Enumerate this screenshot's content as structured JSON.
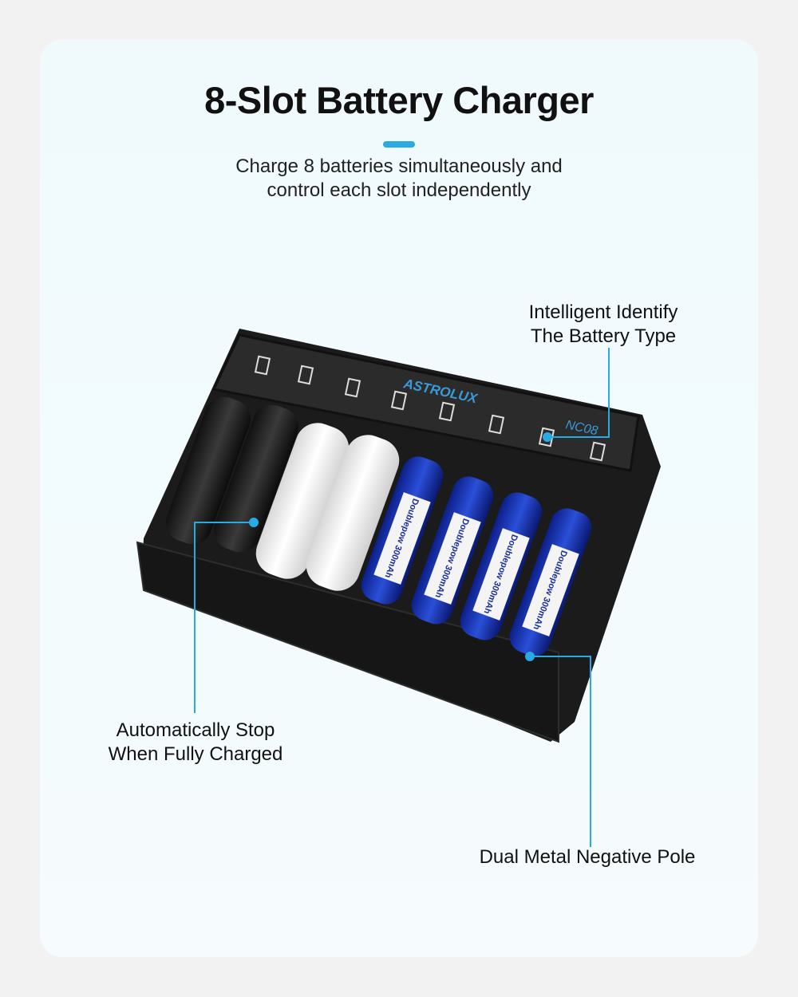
{
  "header": {
    "title": "8-Slot Battery Charger",
    "subtitle_line1": "Charge 8 batteries simultaneously and",
    "subtitle_line2": "control each slot independently"
  },
  "product": {
    "brand": "ASTROLUX",
    "model": "NC08",
    "slot_count": 8,
    "battery_label": "Doublepow 300mAh"
  },
  "callouts": {
    "identify_line1": "Intelligent Identify",
    "identify_line2": "The Battery Type",
    "autostop_line1": "Automatically Stop",
    "autostop_line2": "When Fully Charged",
    "negative_pole": "Dual Metal Negative Pole"
  },
  "colors": {
    "accent": "#29abe2",
    "card": "#f0fafd",
    "page": "#f2f2f2"
  }
}
